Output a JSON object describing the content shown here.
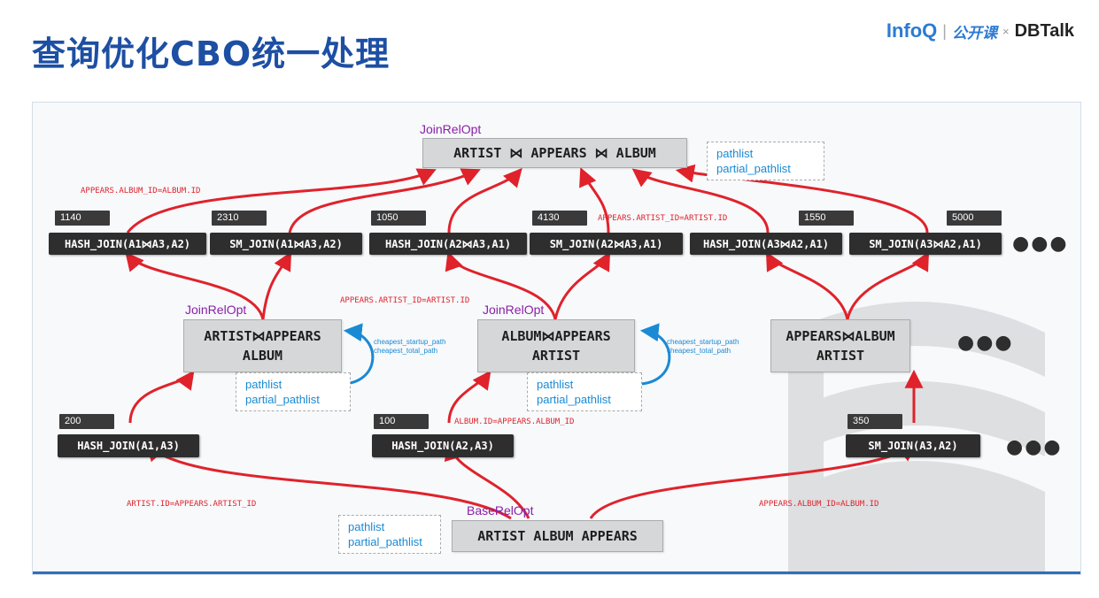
{
  "title": "查询优化CBO统一处理",
  "logos": {
    "infoq": "InfoQ",
    "sep": "|",
    "gkk": "公开课",
    "x": "×",
    "dbtalk": "DBTalk"
  },
  "colors": {
    "title": "#1d4fa3",
    "edge": "#e0222b",
    "pathlist": "#1a8ad4",
    "tag": "#8a1fa6"
  },
  "tags": {
    "top": "JoinRelOpt",
    "mid1": "JoinRelOpt",
    "mid2": "JoinRelOpt",
    "base": "BaseRelOpt"
  },
  "rels": {
    "top": "ARTIST ⋈ APPEARS ⋈ ALBUM",
    "mid1": [
      "ARTIST⋈APPEARS",
      "ALBUM"
    ],
    "mid2": [
      "ALBUM⋈APPEARS",
      "ARTIST"
    ],
    "mid3": [
      "APPEARS⋈ALBUM",
      "ARTIST"
    ],
    "base": "ARTIST ALBUM APPEARS"
  },
  "pathlists": {
    "line1": "pathlist",
    "line2": "partial_pathlist"
  },
  "top_paths": [
    {
      "cost": "1140",
      "label": "HASH_JOIN(A1⋈A3,A2)"
    },
    {
      "cost": "2310",
      "label": "SM_JOIN(A1⋈A3,A2)"
    },
    {
      "cost": "1050",
      "label": "HASH_JOIN(A2⋈A3,A1)"
    },
    {
      "cost": "4130",
      "label": "SM_JOIN(A2⋈A3,A1)"
    },
    {
      "cost": "1550",
      "label": "HASH_JOIN(A3⋈A2,A1)"
    },
    {
      "cost": "5000",
      "label": "SM_JOIN(A3⋈A2,A1)"
    }
  ],
  "low_paths": [
    {
      "cost": "200",
      "label": "HASH_JOIN(A1,A3)"
    },
    {
      "cost": "100",
      "label": "HASH_JOIN(A2,A3)"
    },
    {
      "cost": "350",
      "label": "SM_JOIN(A3,A2)"
    }
  ],
  "conditions": {
    "c1": "APPEARS.ALBUM_ID=ALBUM.ID",
    "c2": "APPEARS.ARTIST_ID=ARTIST.ID",
    "c3": "APPEARS.ARTIST_ID=ARTIST.ID",
    "c4": "ALBUM.ID=APPEARS.ALBUM_ID",
    "c5": "ARTIST.ID=APPEARS.ARTIST_ID",
    "c6": "APPEARS.ALBUM_ID=ALBUM.ID"
  },
  "notes": {
    "line1": "cheapest_startup_path",
    "line2": "cheapest_total_path"
  },
  "more": "●●●"
}
